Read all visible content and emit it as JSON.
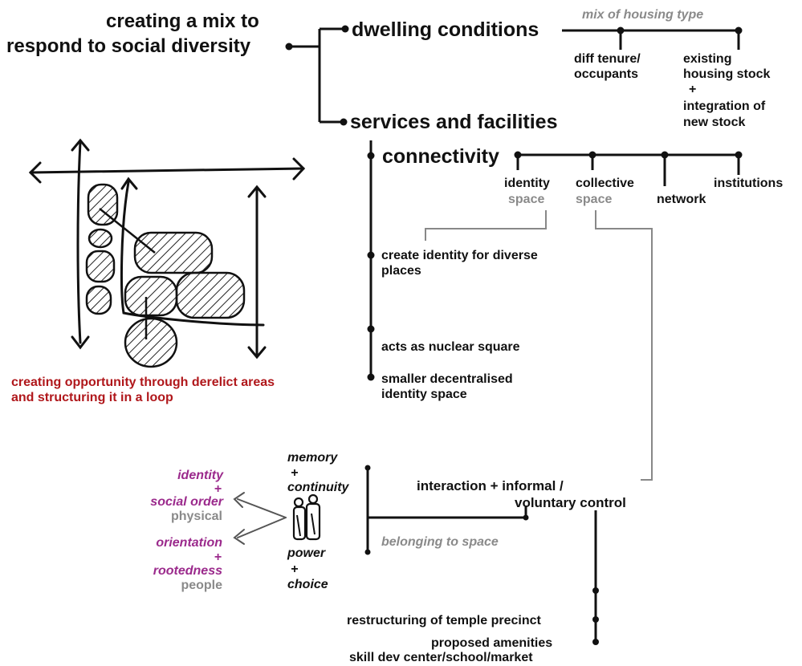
{
  "root": {
    "line1": "creating a mix to",
    "line2": "respond to social diversity"
  },
  "dwelling": {
    "label": "dwelling conditions",
    "mix_label": "mix of housing type",
    "tenure": [
      "diff tenure/",
      "occupants"
    ],
    "stock": [
      "existing",
      "housing stock",
      "+",
      "integration of",
      "new stock"
    ]
  },
  "services": {
    "label": "services and facilities"
  },
  "connectivity": {
    "label": "connectivity",
    "identity": [
      "identity",
      "space"
    ],
    "collective": [
      "collective",
      "space"
    ],
    "network": "network",
    "institutions": "institutions"
  },
  "identity_items": {
    "create": [
      "create identity for diverse",
      "places"
    ],
    "nuclear": "acts as nuclear square",
    "smaller": [
      "smaller decentralised",
      "identity space"
    ]
  },
  "sketch_caption": [
    "creating opportunity through derelict areas",
    "and structuring it in a loop"
  ],
  "interaction": {
    "line1": "interaction + informal /",
    "line2": "voluntary control",
    "temple": "restructuring of temple precinct",
    "amenities": [
      "proposed amenities",
      "skill dev center/school/market"
    ]
  },
  "people": {
    "memory": [
      "memory",
      "+",
      "continuity"
    ],
    "power": [
      "power",
      "+",
      "choice"
    ],
    "belonging": "belonging to space",
    "identity_group": [
      "identity",
      "+",
      "social order"
    ],
    "physical": "physical",
    "orientation_group": [
      "orientation",
      "+",
      "rootedness"
    ],
    "people_label": "people"
  }
}
